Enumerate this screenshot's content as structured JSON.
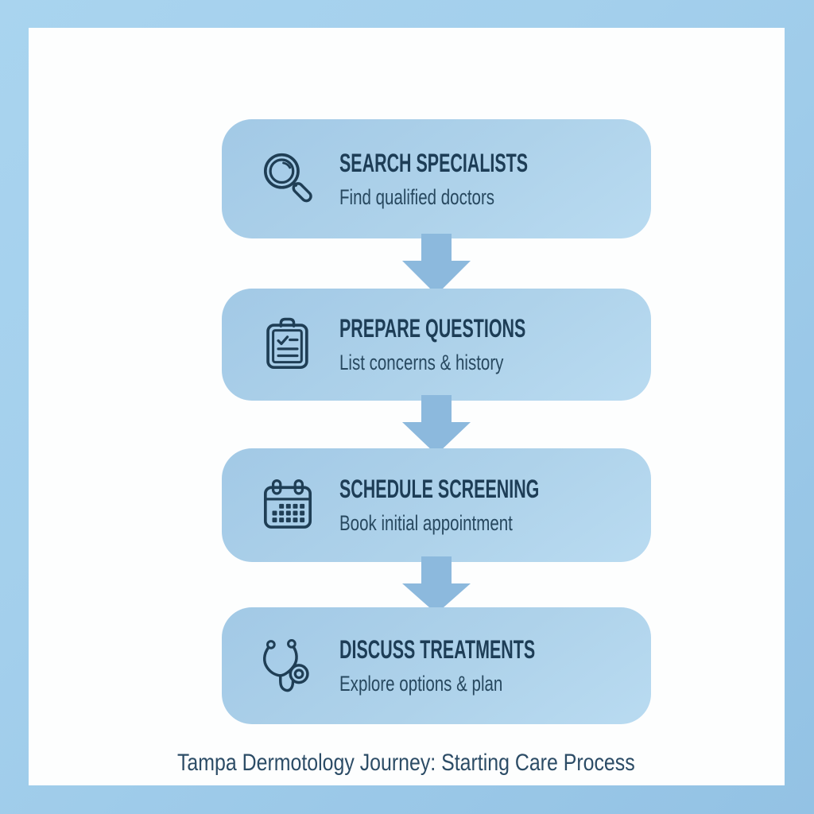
{
  "diagram": {
    "caption": "Tampa Dermotology Journey: Starting Care Process",
    "steps": [
      {
        "icon": "search-icon",
        "title": "SEARCH SPECIALISTS",
        "subtitle": "Find qualified doctors"
      },
      {
        "icon": "clipboard-icon",
        "title": "PREPARE QUESTIONS",
        "subtitle": "List concerns & history"
      },
      {
        "icon": "calendar-icon",
        "title": "SCHEDULE SCREENING",
        "subtitle": "Book initial appointment"
      },
      {
        "icon": "stethoscope-icon",
        "title": "DISCUSS TREATMENTS",
        "subtitle": "Explore options & plan"
      }
    ],
    "connector": "down-arrow",
    "colors": {
      "frame_blue": "#a3cfec",
      "panel_white": "#fdfefe",
      "card_blue": "#aed2ea",
      "arrow_blue": "#8cb9dd",
      "ink_navy": "#1f3e55",
      "title_text": "#1d3d56",
      "subtitle_text": "#27485f",
      "caption_text": "#2c4c66"
    }
  }
}
